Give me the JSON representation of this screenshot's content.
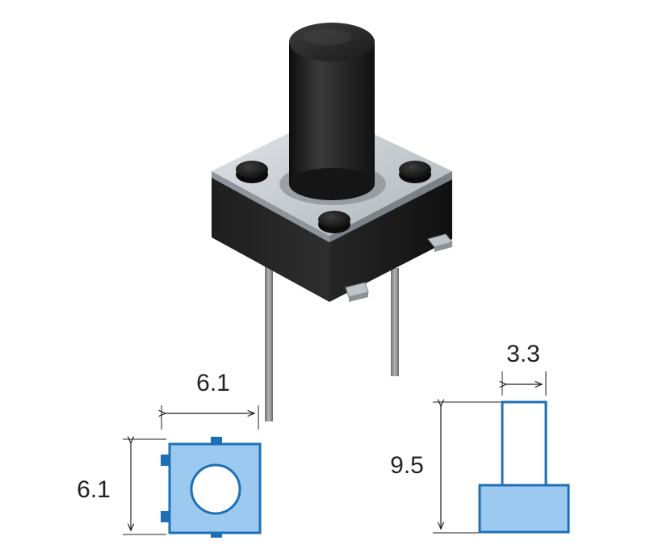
{
  "figure": {
    "top_view_width": "6.1",
    "top_view_height": "6.1",
    "side_view_plunger_width": "3.3",
    "side_view_height": "9.5"
  },
  "colors": {
    "outline_blue": "#1f6fb5",
    "fill_blue": "#9cc9ef",
    "plunger_black": "#1c1c1c",
    "metal_plate": "#c9ced3",
    "body_black": "#1a1a1a",
    "pin_grey": "#8a8a8a",
    "dimension_line": "#222222"
  }
}
